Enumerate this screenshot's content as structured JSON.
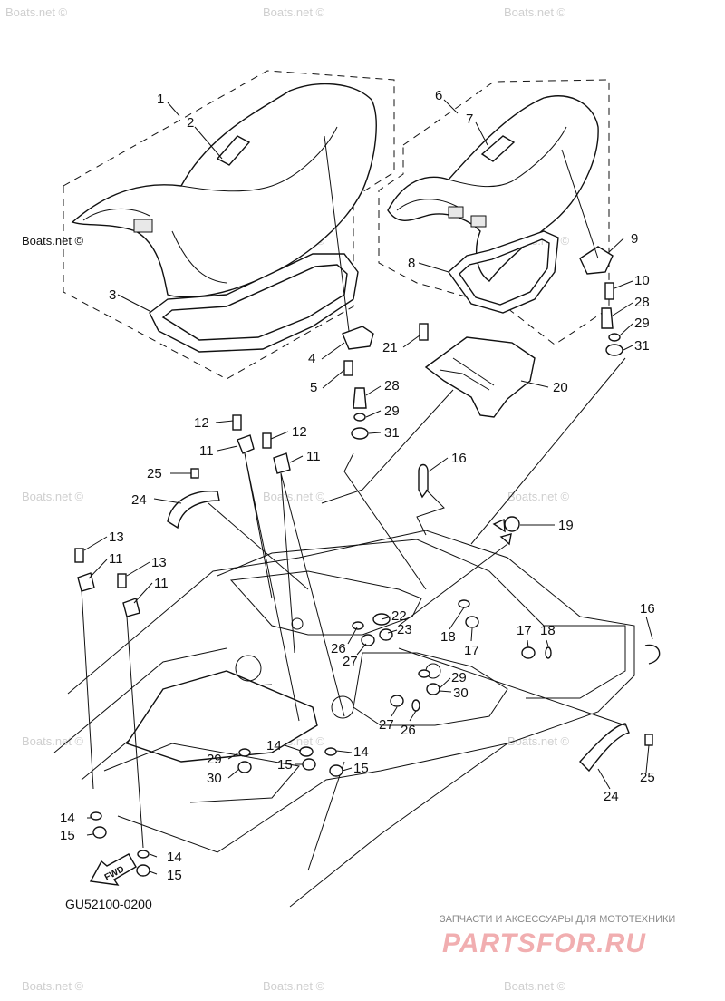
{
  "watermark_text": "Boats.net ©",
  "diagram_code": "GU52100-0200",
  "fwd_label": "FWD",
  "brand": {
    "subtitle": "ЗАПЧАСТИ И АКСЕССУАРЫ ДЛЯ МОТОТЕХНИКИ",
    "logo": "PARTSFOR.RU"
  },
  "callouts": [
    "1",
    "2",
    "3",
    "4",
    "5",
    "6",
    "7",
    "8",
    "9",
    "10",
    "28",
    "29",
    "31",
    "21",
    "20",
    "28",
    "29",
    "31",
    "12",
    "12",
    "11",
    "11",
    "25",
    "16",
    "24",
    "19",
    "13",
    "11",
    "13",
    "11",
    "22",
    "23",
    "26",
    "27",
    "18",
    "17",
    "17",
    "18",
    "16",
    "29",
    "30",
    "27",
    "26",
    "14",
    "14",
    "15",
    "15",
    "29",
    "30",
    "14",
    "15",
    "14",
    "15",
    "25",
    "24"
  ]
}
